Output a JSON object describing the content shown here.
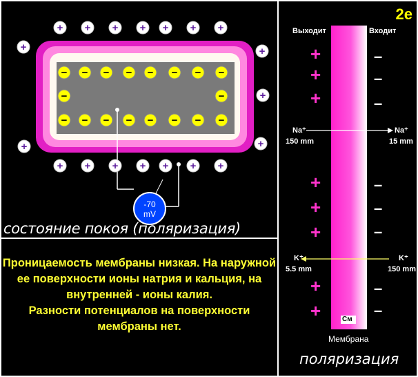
{
  "left": {
    "voltmeter": {
      "value": "-70",
      "unit": "mV"
    },
    "caption": "состояние покоя (поляризация)",
    "outer_sign": "+",
    "inner_sign": "−"
  },
  "text": {
    "p1": "Проницаемость мембраны низкая. На наружной ее поверхности ионы натрия и  кальция, на внутренней - ионы калия.",
    "p2": "Разности потенциалов на поверхности мембраны нет."
  },
  "right": {
    "tag": "2e",
    "out_label": "Выходит",
    "in_label": "Входит",
    "na": {
      "left_ion": "Na⁺",
      "left_conc": "150 mm",
      "right_ion": "Na⁺",
      "right_conc": "15 mm"
    },
    "k": {
      "left_ion": "K⁺",
      "left_conc": "5.5 mm",
      "right_ion": "K⁺",
      "right_conc": "150 mm"
    },
    "membrane_label": "Мембрана",
    "cap_label": "Cм",
    "caption": "поляризация",
    "plus": "+",
    "minus": "–"
  },
  "colors": {
    "membrane": "#ff33cc",
    "ion_inside": "#ffff00",
    "ion_outside": "#ffffff",
    "plus_outside": "#5b1a9c",
    "axon": "#707070"
  }
}
